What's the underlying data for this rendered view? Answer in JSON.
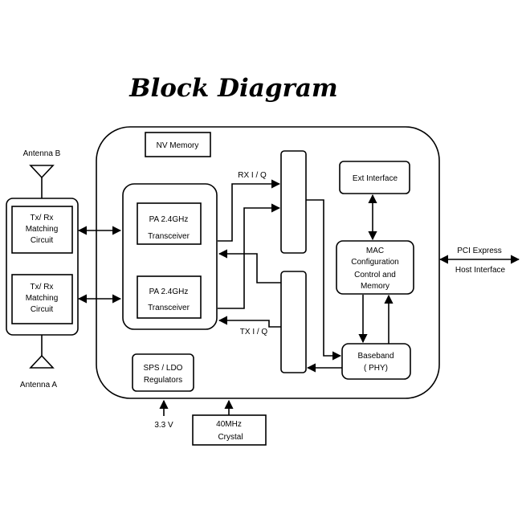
{
  "title": "Block Diagram",
  "labels": {
    "antenna_b": "Antenna B",
    "antenna_a": "Antenna A",
    "matching_top": [
      "Tx/ Rx",
      "Matching",
      "Circuit"
    ],
    "matching_bottom": [
      "Tx/ Rx",
      "Matching",
      "Circuit"
    ],
    "nv_memory": "NV Memory",
    "transceiver_top": [
      "PA 2.4GHz",
      "Transceiver"
    ],
    "transceiver_bottom": [
      "PA 2.4GHz",
      "Transceiver"
    ],
    "rx_iq": "RX I / Q",
    "tx_iq": "TX I / Q",
    "ext_interface": "Ext Interface",
    "mac": [
      "MAC",
      "Configuration",
      "Control and",
      "Memory"
    ],
    "baseband": [
      "Baseband",
      "( PHY)"
    ],
    "pci_express": "PCI Express",
    "host_interface": "Host Interface",
    "regulators": [
      "SPS / LDO",
      "Regulators"
    ],
    "voltage": "3.3 V",
    "crystal": [
      "40MHz",
      "Crystal"
    ]
  }
}
